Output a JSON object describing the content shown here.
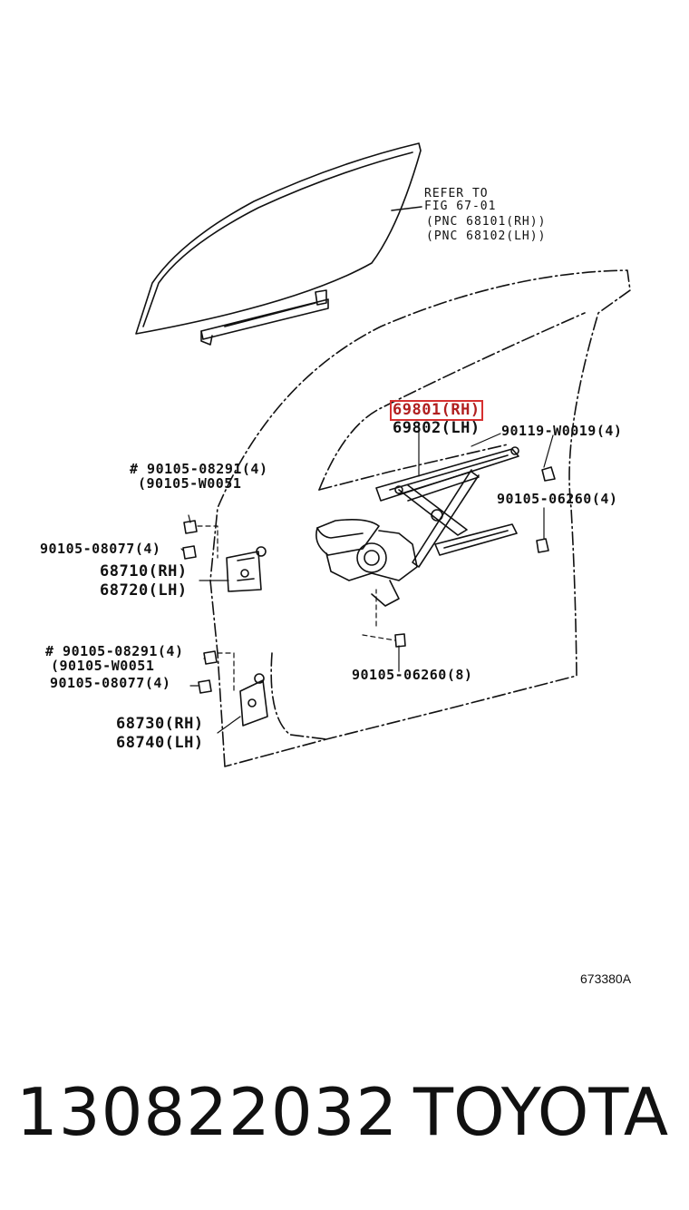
{
  "refer": {
    "line1": "REFER TO",
    "line2": "FIG  67-01",
    "line3": "(PNC 68101(RH))",
    "line4": "(PNC 68102(LH))"
  },
  "parts": {
    "regulator_rh": "69801(RH)",
    "regulator_lh": "69802(LH)",
    "bolt_top_right": "90119-W0019(4)",
    "bolt_mid_right": "90105-06260(4)",
    "bolt_bottom": "90105-06260(8)",
    "upper_hinge_bolt_a": "# 90105-08291(4)",
    "upper_hinge_bolt_b": "(90105-W0051",
    "upper_hinge_bolt_c": "90105-08077(4)",
    "upper_hinge_rh": "68710(RH)",
    "upper_hinge_lh": "68720(LH)",
    "lower_hinge_bolt_a": "# 90105-08291(4)",
    "lower_hinge_bolt_b": "(90105-W0051",
    "lower_hinge_bolt_c": "90105-08077(4)",
    "lower_hinge_rh": "68730(RH)",
    "lower_hinge_lh": "68740(LH)"
  },
  "figure_code": "673380A",
  "footer": {
    "part_number": "130822032",
    "brand": "TOYOTA"
  },
  "highlight_color": "#d63030"
}
